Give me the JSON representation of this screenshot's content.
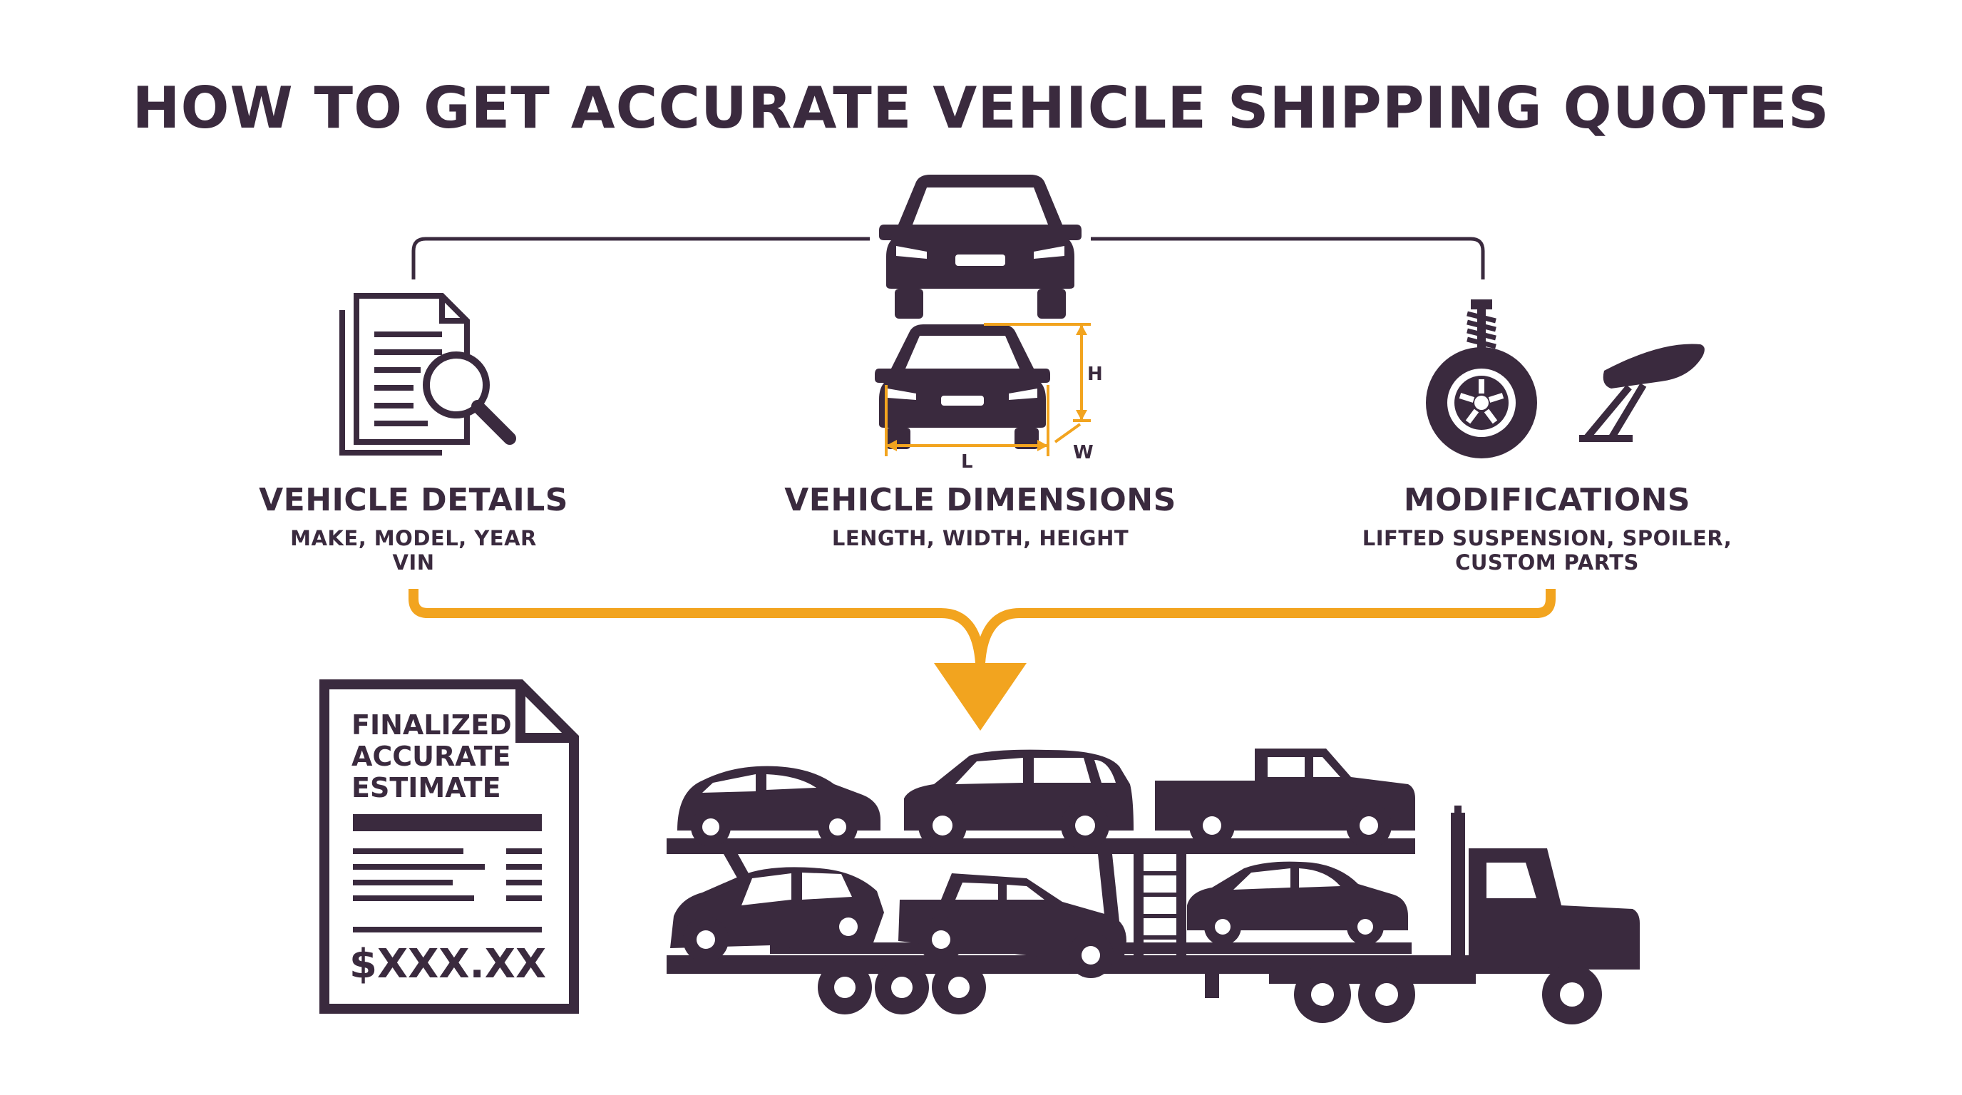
{
  "title": "HOW TO GET ACCURATE VEHICLE SHIPPING QUOTES",
  "colors": {
    "dark": "#3a2a3e",
    "accent": "#f2a41f",
    "background": "#ffffff"
  },
  "sections": [
    {
      "heading": "VEHICLE DETAILS",
      "lines": [
        "MAKE, MODEL, YEAR",
        "VIN"
      ],
      "icon": "document-magnifier-icon"
    },
    {
      "heading": "VEHICLE DIMENSIONS",
      "lines": [
        "LENGTH, WIDTH, HEIGHT"
      ],
      "icon": "car-dimensions-icon"
    },
    {
      "heading": "MODIFICATIONS",
      "lines": [
        "LIFTED SUSPENSION, SPOILER,",
        "CUSTOM PARTS"
      ],
      "icon": "suspension-wheel-spoiler-icon"
    }
  ],
  "dimension_labels": {
    "height": "H",
    "width": "W",
    "length": "L"
  },
  "estimate": {
    "lines": [
      "FINALIZED",
      "ACCURATE",
      "ESTIMATE"
    ],
    "price": "$XXX.XX"
  },
  "top_icon": "car-front-icon",
  "bottom_icon": "car-carrier-truck-icon"
}
